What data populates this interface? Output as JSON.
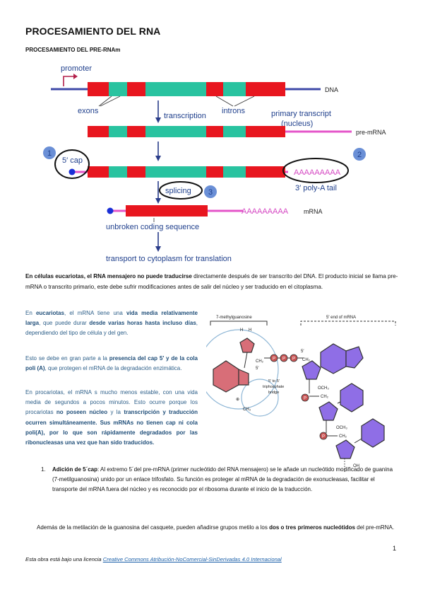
{
  "title": "PROCESAMIENTO DEL RNA",
  "subtitle": "PROCESAMIENTO DEL PRE-RNAm",
  "figure1": {
    "promoter": "promoter",
    "dna": "DNA",
    "exons": "exons",
    "introns": "introns",
    "transcription": "transcription",
    "primary_transcript_1": "primary transcript",
    "primary_transcript_2": "(nucleus)",
    "pre_mrna": "pre-mRNA",
    "cap": "5′ cap",
    "polya": "AAAAAAAAA",
    "polya_tail": "3′ poly-A tail",
    "splicing": "splicing",
    "mrna": "mRNA",
    "polya2": "AAAAAAAAA",
    "unbroken": "unbroken coding sequence",
    "transport": "transport to cytoplasm for translation",
    "step1": "1",
    "step2": "2",
    "step3": "3"
  },
  "intro": {
    "bold": "En células eucariotas, el RNA mensajero no puede traducirse",
    "rest": " directamente después de ser transcrito del DNA. El producto inicial se llama pre-mRNA o transcrito primario, este debe sufrir modificaciones antes de salir del núcleo y ser traducido en el citoplasma."
  },
  "p1": {
    "a": "En ",
    "b": "eucariotas",
    "c": ", el mRNA tiene una ",
    "d": "vida media relativamente larga",
    "e": ", que puede durar ",
    "f": "desde varias horas hasta incluso días",
    "g": ", dependiendo del tipo de célula y del gen."
  },
  "p2": {
    "a": "Esto se debe en gran parte a la ",
    "b": "presencia del cap 5′ y de la cola poli (A)",
    "c": ", que protegen el mRNA de la degradación enzimática."
  },
  "p3": {
    "a": "En procariotas, el mRNA s mucho menos estable, con una vida media de segundos a pocos minutos. Esto ocurre porque los procariotas ",
    "b": "no poseen núcleo",
    "c": " y la ",
    "d": "transcripción y traducción ocurren simultáneamente. Sus mRNAs no tienen cap ni cola poli(A), por lo que son rápidamente degradados por las ribonucleasas una vez que han sido traducidos."
  },
  "figure2": {
    "methylguanosine": "7-methylguanosine",
    "five_end": "5′ end of mRNA",
    "bridge1": "5′ to 5′",
    "bridge2": "triphosphate",
    "bridge3": "bridge",
    "ch2": "CH₂",
    "och3": "OCH₃",
    "ch3": "CH₃",
    "p": "P",
    "oh": "OH",
    "five_prime": "5′",
    "h": "H",
    "plus": "⊕"
  },
  "item1": {
    "num": "1.",
    "label": "Adición de 5´cap",
    "text": ": Al extremo 5´del pre-mRNA (primer nucleótido del RNA mensajero) se le añade un nucleótido modificado de guanina (7-metilguanosina) unido por un enlace trifosfato. Su función es proteger al mRNA de la degradación de exonucleasas, facilitar el transporte del mRNA fuera del núcleo y es reconocido por el ribosoma durante el inicio de la traducción."
  },
  "extra": {
    "a": "Además de la metilación de la guanosina del casquete, pueden añadirse grupos metilo a los ",
    "b": "dos o tres primeros nucleótidos",
    "c": " del pre-mRNA."
  },
  "page_number": "1",
  "license": {
    "prefix": "Esta obra está bajo una licencia ",
    "link": "Creative Commons Atribución-NoComercial-SinDerivadas 4.0 Internacional"
  },
  "colors": {
    "exon": "#e8161f",
    "intron": "#29c3a0",
    "rna_line": "#e455c9",
    "dna_line": "#3f4aa8",
    "arrow": "#2b3d8a",
    "text_blue": "#1f3f8c",
    "polya": "#d54ac3",
    "sugar": "#8f6ee6",
    "guanine": "#d86e78",
    "phosphate": "#c95353"
  }
}
